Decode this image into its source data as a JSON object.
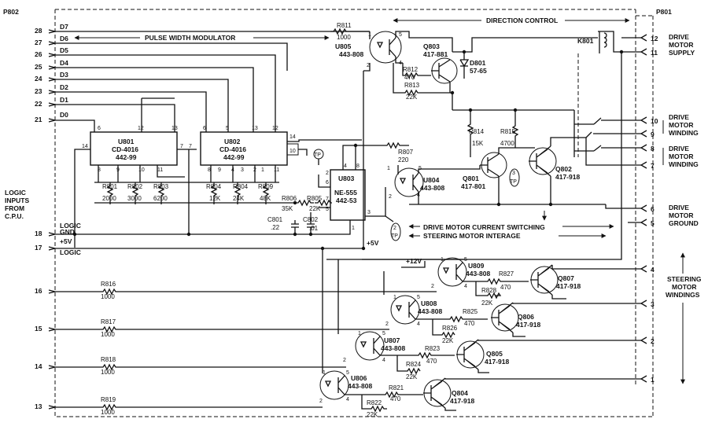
{
  "connectors": {
    "left": {
      "name": "P802",
      "side_label": [
        "LOGIC",
        "INPUTS",
        "FROM",
        "C.P.U."
      ]
    },
    "right": {
      "name": "P801"
    }
  },
  "data_bus": [
    {
      "pin": "28",
      "signal": "D7"
    },
    {
      "pin": "27",
      "signal": "D6"
    },
    {
      "pin": "26",
      "signal": "D5"
    },
    {
      "pin": "25",
      "signal": "D4"
    },
    {
      "pin": "24",
      "signal": "D3"
    },
    {
      "pin": "23",
      "signal": "D2"
    },
    {
      "pin": "22",
      "signal": "D1"
    },
    {
      "pin": "21",
      "signal": "D0"
    }
  ],
  "power_pins": [
    {
      "pin": "18",
      "label_top": "LOGIC",
      "label_bottom": "GND"
    },
    {
      "pin": "17",
      "label_top": "+5V",
      "label_bottom": "LOGIC"
    }
  ],
  "steering_inputs": [
    {
      "pin": "16",
      "resistor": "R816",
      "value": "1000"
    },
    {
      "pin": "15",
      "resistor": "R817",
      "value": "1000"
    },
    {
      "pin": "14",
      "resistor": "R818",
      "value": "1000"
    },
    {
      "pin": "13",
      "resistor": "R819",
      "value": "1000"
    }
  ],
  "annotations": {
    "pwm": "PULSE WIDTH MODULATOR",
    "direction": "DIRECTION CONTROL",
    "motor_current": "DRIVE MOTOR CURRENT SWITCHING",
    "steering_interlock": "STEERING MOTOR INTERAGE"
  },
  "ics": {
    "u801": {
      "ref": "U801",
      "type": "CD-4016",
      "part": "442-99"
    },
    "u802": {
      "ref": "U802",
      "type": "CD-4016",
      "part": "442-99"
    },
    "u803": {
      "ref": "U803",
      "type": "NE-555",
      "part": "442-53"
    }
  },
  "pin_numbers": {
    "u801_top": [
      "6",
      "12",
      "13"
    ],
    "u801_left": "14",
    "u801_right": [
      "7",
      "7"
    ],
    "u801_bottom": [
      "8",
      "9",
      "10",
      "11"
    ],
    "u802_top": [
      "6",
      "5",
      "13",
      "12"
    ],
    "u802_right": [
      "14",
      "10"
    ],
    "u802_bottom": [
      "8",
      "9",
      "4",
      "3",
      "2",
      "1",
      "11"
    ],
    "u803_top": [
      "4",
      "8"
    ],
    "u803_left": [
      "2",
      "6",
      "7",
      "5"
    ],
    "u803_right": "3",
    "u803_bottom": "1"
  },
  "resistors": {
    "r801": {
      "ref": "R801",
      "value": "2000"
    },
    "r802": {
      "ref": "R802",
      "value": "3000"
    },
    "r803": {
      "ref": "R803",
      "value": "6200"
    },
    "r804a": {
      "ref": "R804",
      "value": "12K"
    },
    "r804b": {
      "ref": "R804",
      "value": "24K"
    },
    "r809": {
      "ref": "R809",
      "value": "48K"
    },
    "r806": {
      "ref": "R806",
      "value": "35K"
    },
    "r805": {
      "ref": "R805",
      "value": "22K"
    },
    "r807": {
      "ref": "R807",
      "value": "220"
    },
    "r811": {
      "ref": "R811",
      "value": "1000"
    },
    "r812": {
      "ref": "R812",
      "value": "470"
    },
    "r813": {
      "ref": "R813",
      "value": "22K"
    },
    "r814": {
      "ref": "R814",
      "value": "15K"
    },
    "r815": {
      "ref": "R815",
      "value": "4700"
    },
    "r821": {
      "ref": "R821",
      "value": "470"
    },
    "r822": {
      "ref": "R822",
      "value": "22K"
    },
    "r823": {
      "ref": "R823",
      "value": "470"
    },
    "r824": {
      "ref": "R824",
      "value": "22K"
    },
    "r825": {
      "ref": "R825",
      "value": "470"
    },
    "r826": {
      "ref": "R826",
      "value": "22K"
    },
    "r827": {
      "ref": "R827",
      "value": "470"
    },
    "r828": {
      "ref": "R828",
      "value": "22K"
    }
  },
  "capacitors": {
    "c801": {
      "ref": "C801",
      "value": ".22"
    },
    "c802": {
      "ref": "C802",
      "value": ".01"
    }
  },
  "test_points": [
    "TP",
    "2",
    "TP",
    "3",
    "TP"
  ],
  "transistors": {
    "q801": {
      "ref": "Q801",
      "part": "417-801"
    },
    "q802": {
      "ref": "Q802",
      "part": "417-918"
    },
    "q803": {
      "ref": "Q803",
      "part": "417-881"
    },
    "q804": {
      "ref": "Q804",
      "part": "417-918"
    },
    "q805": {
      "ref": "Q805",
      "part": "417-918"
    },
    "q806": {
      "ref": "Q806",
      "part": "417-918"
    },
    "q807": {
      "ref": "Q807",
      "part": "417-918"
    }
  },
  "diode": {
    "ref": "D801",
    "part": "57-65"
  },
  "relay": {
    "ref": "K801"
  },
  "optocouplers": {
    "u804": {
      "ref": "U804",
      "part": "443-808"
    },
    "u805": {
      "ref": "U805",
      "part": "443-808"
    },
    "u806": {
      "ref": "U806",
      "part": "443-808"
    },
    "u807": {
      "ref": "U807",
      "part": "443-808"
    },
    "u808": {
      "ref": "U808",
      "part": "443-808"
    },
    "u809": {
      "ref": "U809",
      "part": "443-808"
    }
  },
  "opto_pins": [
    "1",
    "2",
    "4",
    "5"
  ],
  "rails": {
    "plus5": "+5V",
    "plus12": "+12V"
  },
  "outputs": {
    "supply": {
      "pins": [
        "12",
        "11"
      ],
      "label": [
        "DRIVE",
        "MOTOR",
        "SUPPLY"
      ]
    },
    "winding_a": {
      "pins": [
        "10",
        "9"
      ],
      "label": [
        "DRIVE",
        "MOTOR",
        "WINDING"
      ]
    },
    "winding_b": {
      "pins": [
        "8",
        "7"
      ],
      "label": [
        "DRIVE",
        "MOTOR",
        "WINDING"
      ]
    },
    "ground": {
      "pins": [
        "6",
        "5"
      ],
      "label": [
        "DRIVE",
        "MOTOR",
        "GROUND"
      ]
    },
    "steering": {
      "pins": [
        "4",
        "3",
        "2",
        "1"
      ],
      "label": [
        "STEERING",
        "MOTOR",
        "WINDINGS"
      ]
    }
  }
}
